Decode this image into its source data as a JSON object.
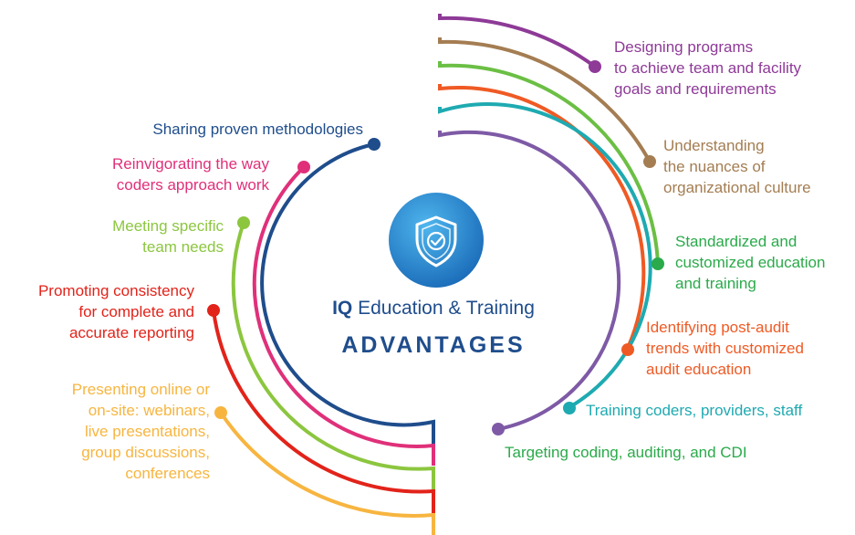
{
  "center": {
    "title_prefix": "IQ",
    "title_rest": " Education & Training",
    "subtitle": "ADVANTAGES",
    "icon": "shield-check-icon"
  },
  "colors": {
    "purple": "#8e3a97",
    "brown": "#a47d52",
    "green": "#6bbf44",
    "orange": "#ef5a24",
    "teal": "#1eaab1",
    "violet": "#7e5aa6",
    "navy": "#1f4d8c",
    "magenta": "#e0307a",
    "lightgreen": "#8cc63f",
    "red": "#e2231a",
    "gold": "#f7b540"
  },
  "right_items": [
    {
      "lines": [
        "Designing programs",
        "to achieve team and facility",
        "goals and requirements"
      ],
      "color": "#8e3a97"
    },
    {
      "lines": [
        "Understanding",
        "the nuances of",
        "organizational culture"
      ],
      "color": "#a47d52"
    },
    {
      "lines": [
        "Standardized and",
        "customized education",
        "and training"
      ],
      "color": "#2aaa4a"
    },
    {
      "lines": [
        "Identifying post-audit",
        "trends with customized",
        "audit education"
      ],
      "color": "#ef5a24"
    },
    {
      "lines": [
        "Training coders, providers, staff"
      ],
      "color": "#1eaab1"
    },
    {
      "lines": [
        "Targeting coding, auditing, and CDI"
      ],
      "color": "#2aaa4a"
    }
  ],
  "left_items": [
    {
      "lines": [
        "Sharing proven methodologies"
      ],
      "color": "#1f4d8c"
    },
    {
      "lines": [
        "Reinvigorating the way",
        "coders approach work"
      ],
      "color": "#e0307a"
    },
    {
      "lines": [
        "Meeting specific",
        "team needs"
      ],
      "color": "#8cc63f"
    },
    {
      "lines": [
        "Promoting consistency",
        "for complete and",
        "accurate reporting"
      ],
      "color": "#e2231a"
    },
    {
      "lines": [
        "Presenting online or",
        "on-site:  webinars,",
        "live presentations,",
        "group discussions,",
        "conferences"
      ],
      "color": "#f7b540"
    }
  ]
}
